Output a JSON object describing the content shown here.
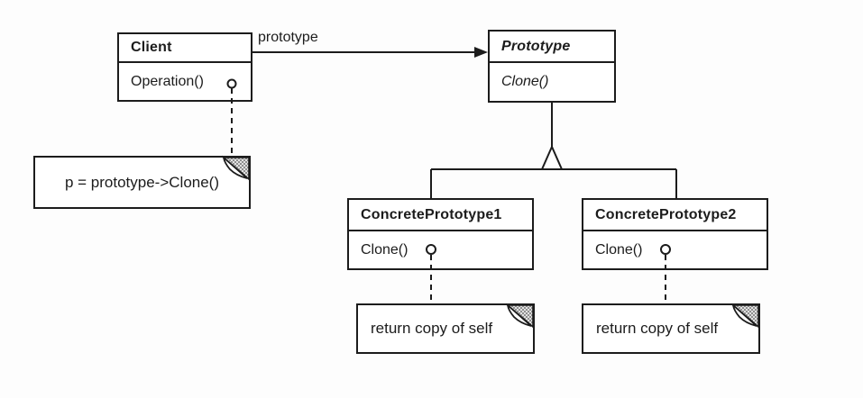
{
  "diagram": {
    "kind": "uml-class-diagram",
    "pattern": "Prototype",
    "colors": {
      "ink": "#1c1c1c",
      "paper": "#ffffff",
      "fold_shade": "#969696"
    },
    "classes": {
      "client": {
        "name": "Client",
        "method": "Operation()",
        "abstract": false
      },
      "prototype": {
        "name": "Prototype",
        "method": "Clone()",
        "abstract": true
      },
      "concrete1": {
        "name": "ConcretePrototype1",
        "method": "Clone()",
        "abstract": false
      },
      "concrete2": {
        "name": "ConcretePrototype2",
        "method": "Clone()",
        "abstract": false
      }
    },
    "edges": {
      "association": {
        "type": "association-arrow",
        "label": "prototype",
        "from": "Client",
        "to": "Prototype"
      },
      "inheritance": {
        "type": "open-triangle-inheritance",
        "parent": "Prototype",
        "children": [
          "ConcretePrototype1",
          "ConcretePrototype2"
        ]
      }
    },
    "notes": {
      "client_note": {
        "text": "p = prototype->Clone()",
        "attached_to": "Client.Operation()"
      },
      "concrete1_note": {
        "text": "return copy of self",
        "attached_to": "ConcretePrototype1.Clone()"
      },
      "concrete2_note": {
        "text": "return copy of self",
        "attached_to": "ConcretePrototype2.Clone()"
      }
    }
  }
}
